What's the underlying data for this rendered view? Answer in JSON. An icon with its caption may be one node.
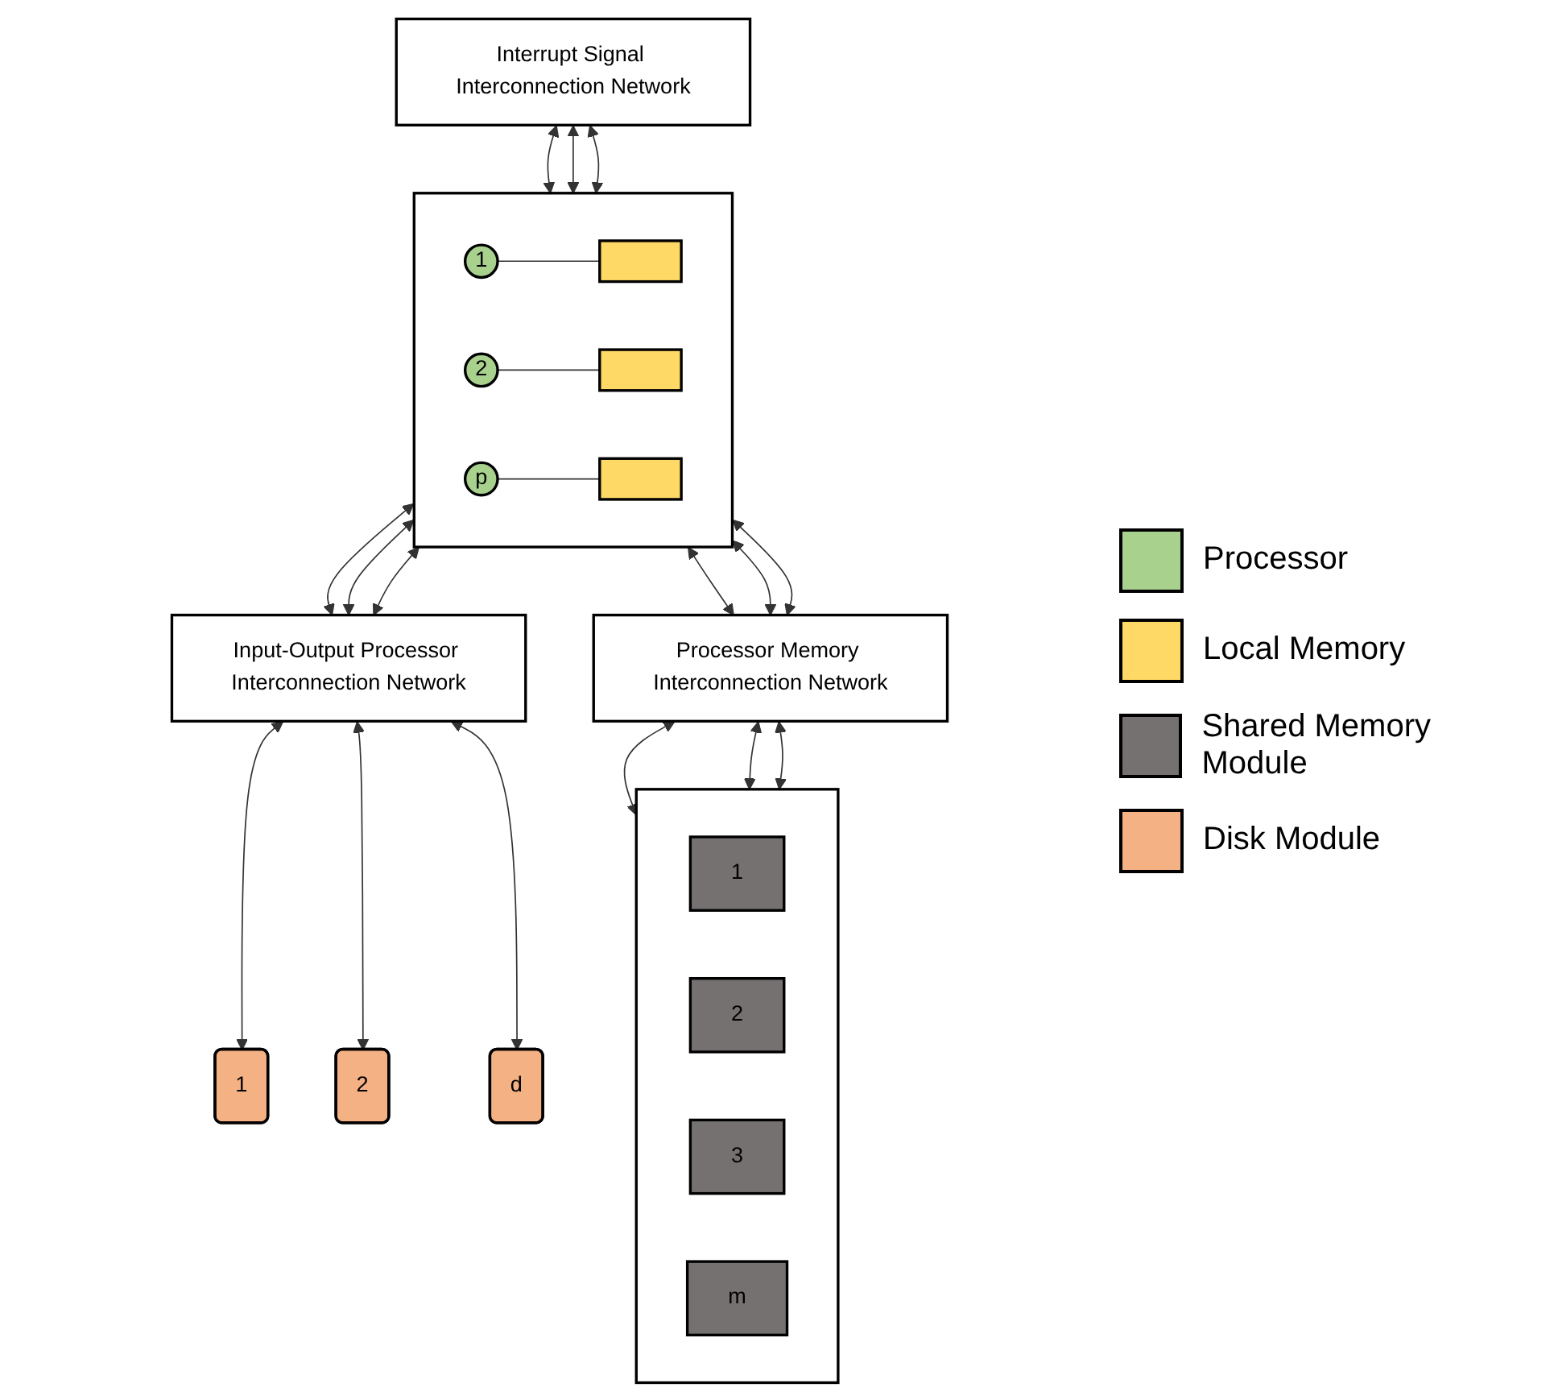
{
  "diagram": {
    "nodes": [
      {
        "text": [
          "Interrupt Signal Interconnection Network"
        ]
      },
      {
        "text": [],
        "shape": "box"
      },
      {
        "text": [
          "1"
        ],
        "in": 1
      },
      {
        "text": [
          "2"
        ],
        "in": 1
      },
      {
        "text": [
          "p"
        ],
        "in": 1
      },
      {
        "text": [],
        "shape": "box",
        "in": 1
      },
      {
        "text": [],
        "shape": "box",
        "in": 1
      },
      {
        "text": [],
        "shape": "box",
        "in": 1
      },
      {
        "text": [
          "Input-Output Processor Interconnection Network"
        ]
      },
      {
        "text": [
          "1"
        ]
      },
      {
        "text": [
          "2"
        ]
      },
      {
        "text": [
          "d"
        ]
      },
      {
        "text": [
          "Processor Memory Interconnection Network"
        ]
      },
      {
        "text": [],
        "shape": "box"
      },
      {
        "text": [
          "1"
        ],
        "in": 13
      },
      {
        "text": [
          "2"
        ],
        "in": 13
      },
      {
        "text": [
          "3"
        ],
        "in": 13
      },
      {
        "text": [
          "m"
        ],
        "in": 13
      }
    ],
    "edges": [
      {
        "from": 0,
        "to": 1,
        "arrow": "both"
      },
      {
        "from": 0,
        "to": 1,
        "arrow": "both"
      },
      {
        "from": 0,
        "to": 1,
        "arrow": "both"
      },
      {
        "from": 2,
        "to": 5,
        "arrow": "none"
      },
      {
        "from": 3,
        "to": 6,
        "arrow": "none"
      },
      {
        "from": 4,
        "to": 7,
        "arrow": "none"
      },
      {
        "from": 1,
        "to": 8,
        "arrow": "both"
      },
      {
        "from": 1,
        "to": 8,
        "arrow": "both"
      },
      {
        "from": 1,
        "to": 8,
        "arrow": "both"
      },
      {
        "from": 8,
        "to": 9,
        "arrow": "both"
      },
      {
        "from": 8,
        "to": 10,
        "arrow": "both"
      },
      {
        "from": 8,
        "to": 11,
        "arrow": "both"
      },
      {
        "from": 1,
        "to": 12,
        "arrow": "both"
      },
      {
        "from": 1,
        "to": 12,
        "arrow": "both"
      },
      {
        "from": 1,
        "to": 12,
        "arrow": "both"
      },
      {
        "from": 12,
        "to": 13,
        "arrow": "both"
      },
      {
        "from": 12,
        "to": 13,
        "arrow": "both"
      },
      {
        "from": 12,
        "to": 13,
        "arrow": "both"
      }
    ],
    "legend": [
      {
        "text": "Processor",
        "color": "#a9d18e"
      },
      {
        "text": "Local Memory",
        "color": "#ffd966"
      },
      {
        "text": "Shared Memory Module",
        "color": "#767171"
      },
      {
        "text": "Disk Module",
        "color": "#f4b183"
      }
    ]
  }
}
